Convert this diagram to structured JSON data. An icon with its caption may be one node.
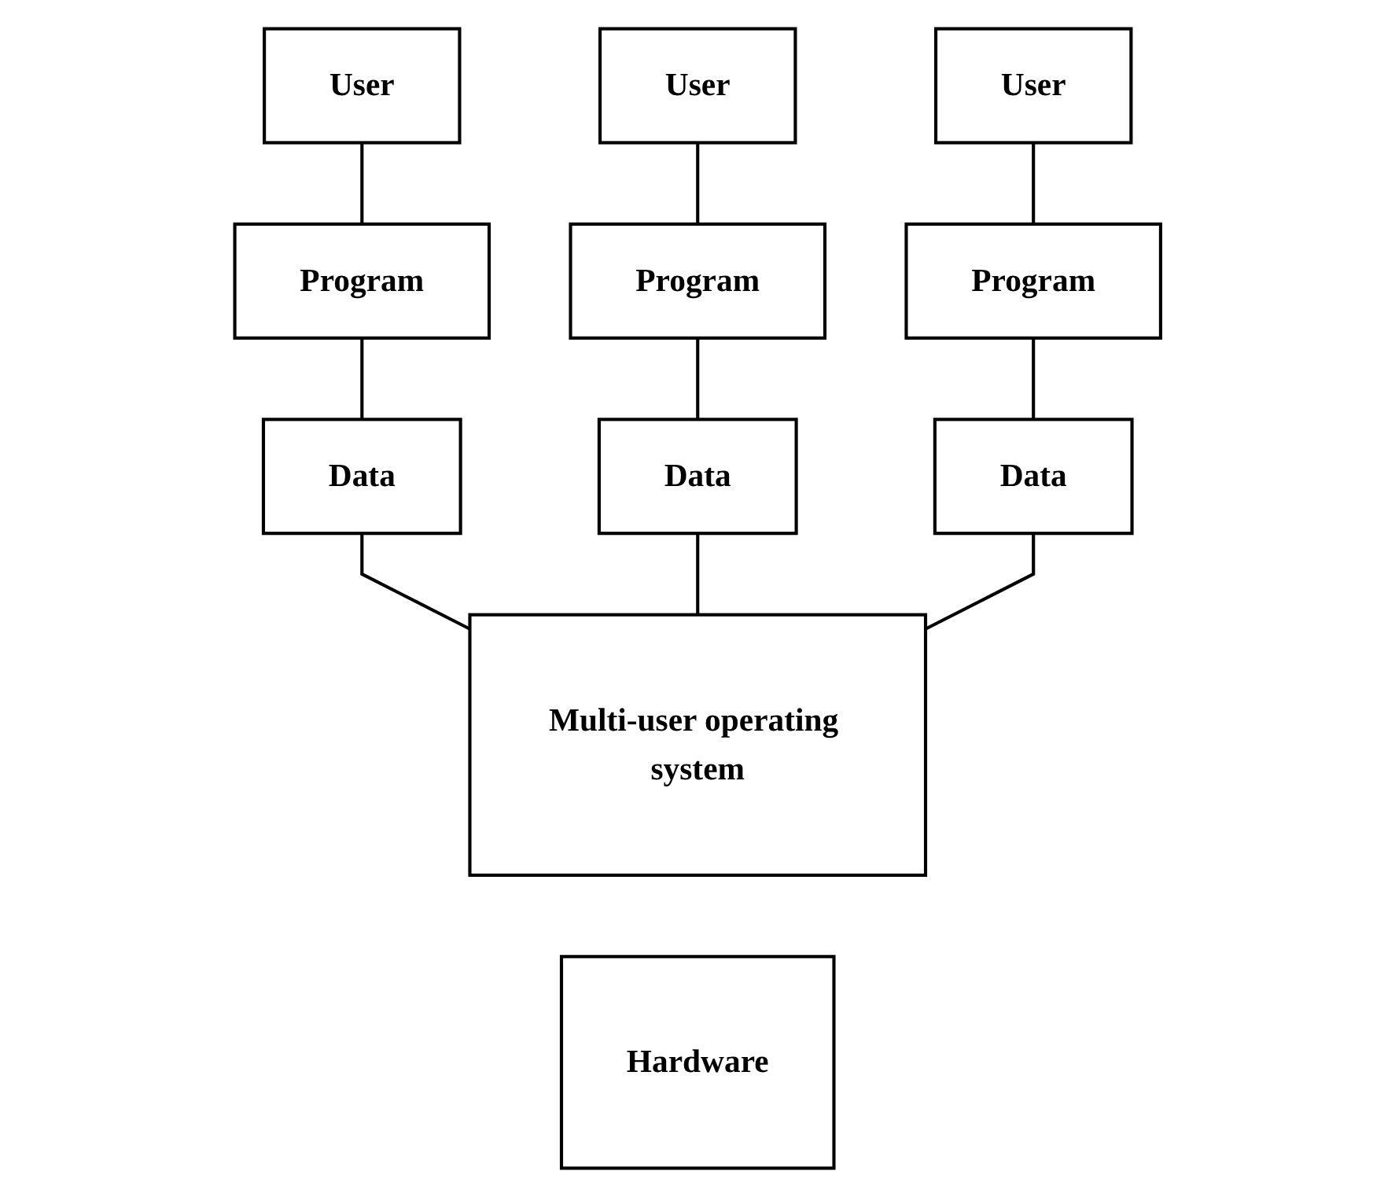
{
  "diagram": {
    "nodes": [
      {
        "text": [
          "User"
        ]
      },
      {
        "text": [
          "Program"
        ]
      },
      {
        "text": [
          "Data"
        ]
      },
      {
        "text": [
          "User"
        ]
      },
      {
        "text": [
          "Program"
        ]
      },
      {
        "text": [
          "Data"
        ]
      },
      {
        "text": [
          "User"
        ]
      },
      {
        "text": [
          "Program"
        ]
      },
      {
        "text": [
          "Data"
        ]
      },
      {
        "text": [
          "Multi-user operating system"
        ]
      },
      {
        "text": [
          "Hardware"
        ]
      }
    ],
    "edges": [
      {
        "from": 0,
        "to": 1,
        "arrow": "none"
      },
      {
        "from": 1,
        "to": 2,
        "arrow": "none"
      },
      {
        "from": 2,
        "to": 9,
        "arrow": "none"
      },
      {
        "from": 3,
        "to": 4,
        "arrow": "none"
      },
      {
        "from": 4,
        "to": 5,
        "arrow": "none"
      },
      {
        "from": 5,
        "to": 9,
        "arrow": "none"
      },
      {
        "from": 6,
        "to": 7,
        "arrow": "none"
      },
      {
        "from": 7,
        "to": 8,
        "arrow": "none"
      },
      {
        "from": 8,
        "to": 9,
        "arrow": "none"
      }
    ]
  }
}
